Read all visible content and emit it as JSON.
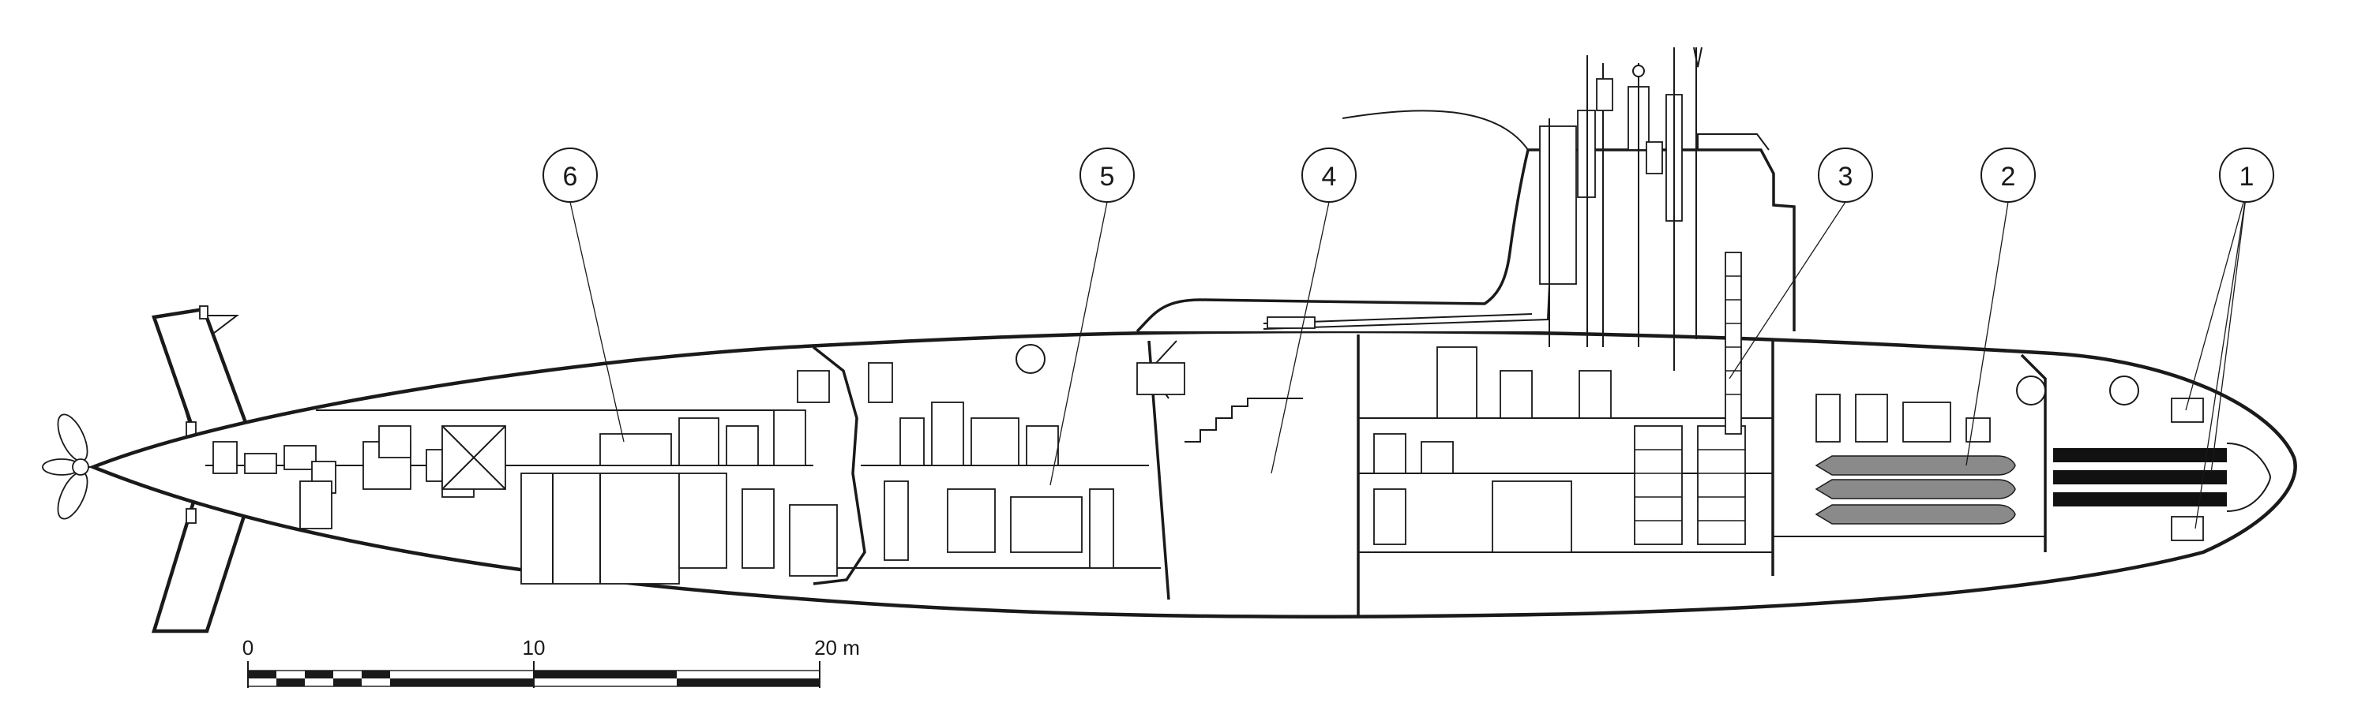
{
  "callouts": [
    {
      "label": "1"
    },
    {
      "label": "2"
    },
    {
      "label": "3"
    },
    {
      "label": "4"
    },
    {
      "label": "5"
    },
    {
      "label": "6"
    }
  ],
  "scale_bar": {
    "labels": [
      "0",
      "10",
      "20 m"
    ]
  },
  "colors": {
    "ink": "#1a1a1a",
    "torpedo": "#8a8a8a",
    "tube": "#111111",
    "paper": "#ffffff"
  }
}
